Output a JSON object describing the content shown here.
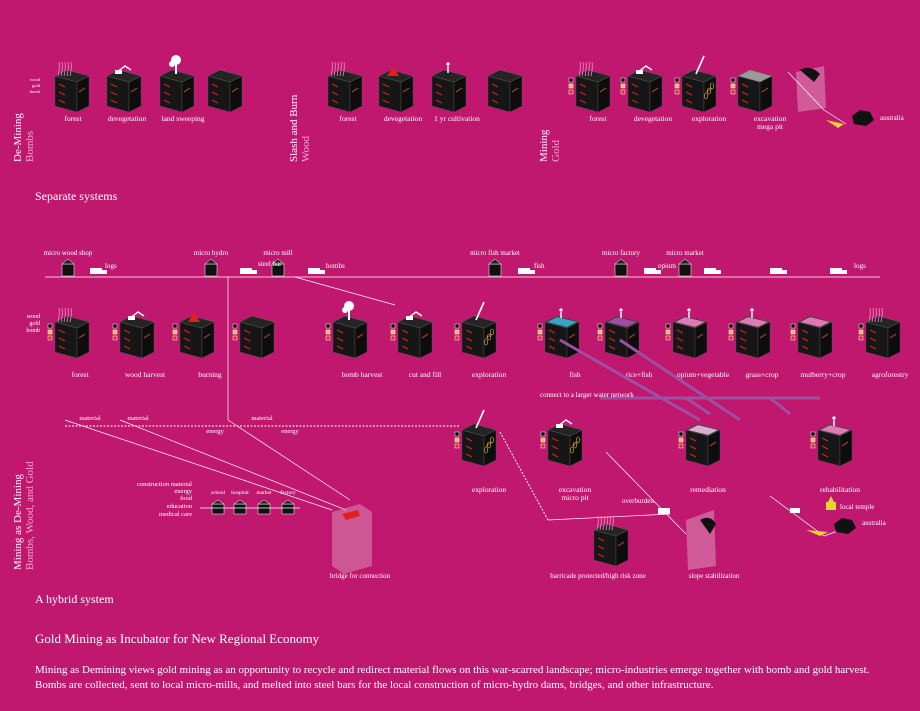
{
  "colors": {
    "background": "#c0186f",
    "block": "#161616",
    "block_top": "#242424",
    "line": "#ffffff",
    "water": "#9e4fa0",
    "pit": "#d8aed0",
    "pink_deco": "#f08ac6",
    "gold": "#e6d23a",
    "red": "#e02020"
  },
  "top_rows": [
    {
      "title": "De-Mining",
      "subtitle": "Bombs",
      "legend": [
        "wood",
        "gold",
        "bomb"
      ],
      "steps": [
        "forest",
        "devegetation",
        "land sweeping"
      ]
    },
    {
      "title": "Slash and Burn",
      "subtitle": "Wood",
      "steps": [
        "forest",
        "devegetation",
        "1 yr cultivation"
      ]
    },
    {
      "title": "Mining",
      "subtitle": "Gold",
      "steps": [
        "forest",
        "devegetation",
        "exploration",
        "excavation\nmega pit"
      ],
      "destination": "australia"
    }
  ],
  "separate_label": "Separate systems",
  "hybrid": {
    "title": "Mining as De-Mining",
    "subtitle": "Bombs, Wood, and Gold",
    "legend": [
      "wood",
      "gold",
      "bomb"
    ],
    "micro_industries": [
      "micro wood shop",
      "micro hydro",
      "micro mill",
      "micro fish market",
      "micro factory",
      "micro market"
    ],
    "flow_labels": [
      "logs",
      "steel bar",
      "bombs",
      "fish",
      "opium",
      "logs"
    ],
    "row1": [
      "forest",
      "wood harvest",
      "burning",
      "bomb harvest",
      "cut and fill",
      "exploration",
      "fish",
      "rice+fish",
      "opium+vegetable",
      "grass+crop",
      "mulberry+crop",
      "agroforestry"
    ],
    "water_label": "connect to a larger water network",
    "material_labels": [
      "material",
      "material",
      "material",
      "energy",
      "energy"
    ],
    "row2": [
      "exploration",
      "excavation\nmicro pit",
      "remediation",
      "rehabilitation"
    ],
    "overburden": "overburden",
    "uses": [
      "construction material",
      "energy",
      "food",
      "education",
      "medical care"
    ],
    "facilities": [
      "school",
      "hospital",
      "market",
      "factory"
    ],
    "bridge": "bridge for connection",
    "barricade": "barricade protected/high risk zone",
    "slope": "slope stabilization",
    "temple": "local temple",
    "destination": "australia"
  },
  "hybrid_label": "A hybrid system",
  "heading": "Gold Mining as Incubator for New Regional Economy",
  "paragraph": "Mining as Demining views gold mining as an opportunity to recycle and redirect material flows on this war-scarred landscape; micro-industries emerge together with bomb and gold harvest. Bombs are collected, sent to local micro-mills, and melted into steel bars for the local construction of  micro-hydro dams, bridges, and other infrastructure."
}
